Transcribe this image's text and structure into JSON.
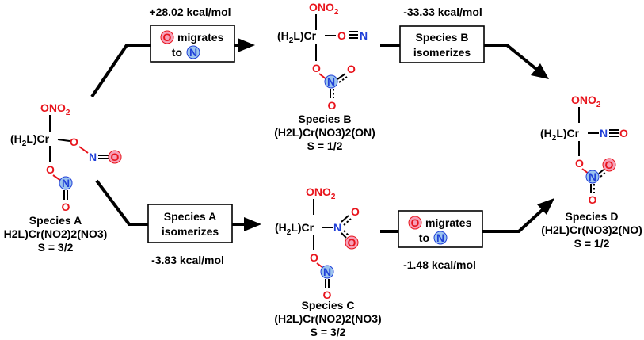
{
  "energies": {
    "a_to_b": "+28.02 kcal/mol",
    "b_to_d": "-33.33 kcal/mol",
    "a_to_c": "-3.83 kcal/mol",
    "c_to_d": "-1.48 kcal/mol"
  },
  "boxes": {
    "a_to_b": {
      "line1_circle": "O",
      "line1_text": "migrates",
      "line2_text": "to",
      "line2_circle": "N"
    },
    "b_to_d": {
      "line1": "Species B",
      "line2": "isomerizes"
    },
    "a_to_c": {
      "line1": "Species A",
      "line2": "isomerizes"
    },
    "c_to_d": {
      "line1_circle": "O",
      "line1_text": "migrates",
      "line2_text": "to",
      "line2_circle": "N"
    }
  },
  "species": {
    "a": {
      "name": "Species A",
      "formula": "H2L)Cr(NO2)2(NO3)",
      "spin": "S = 3/2"
    },
    "b": {
      "name": "Species B",
      "formula": "(H2L)Cr(NO3)2(ON)",
      "spin": "S = 1/2"
    },
    "c": {
      "name": "Species C",
      "formula": "(H2L)Cr(NO2)2(NO3)",
      "spin": "S = 3/2"
    },
    "d": {
      "name": "Species D",
      "formula": "(H2L)Cr(NO3)2(NO)",
      "spin": "S = 1/2"
    }
  },
  "atoms": {
    "o": "O",
    "n": "N",
    "cr": "Cr",
    "h2l": "(H2L)",
    "ono2": "ONO2"
  },
  "colors": {
    "oxygen": "#e8141c",
    "nitrogen": "#2040d8",
    "o_highlight": "#f6a0b8",
    "n_highlight": "#9cc4ee"
  }
}
